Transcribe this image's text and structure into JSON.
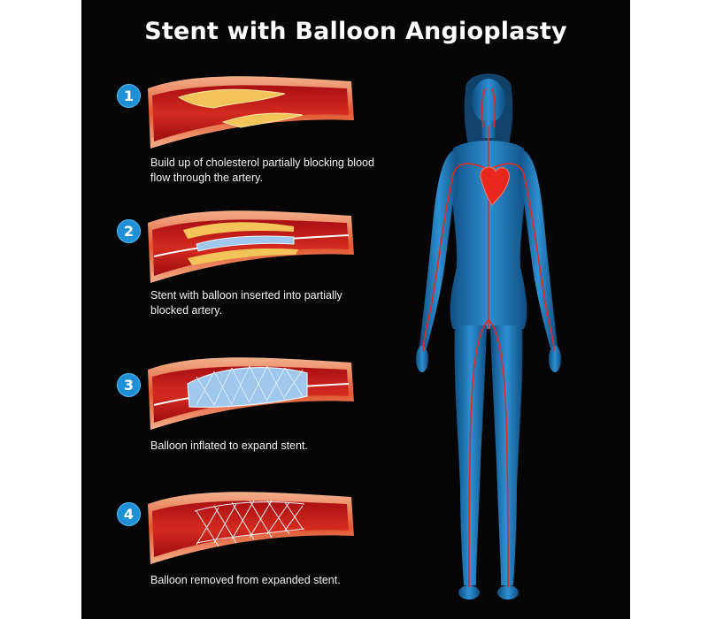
{
  "title": "Stent with Balloon Angioplasty",
  "steps": [
    {
      "number": "1",
      "caption": "Build up of cholesterol partially blocking blood flow through the artery."
    },
    {
      "number": "2",
      "caption": "Stent with balloon inserted into partially blocked artery."
    },
    {
      "number": "3",
      "caption": "Balloon inflated to expand stent."
    },
    {
      "number": "4",
      "caption": "Balloon removed from expanded stent."
    }
  ],
  "colors": {
    "background": "#050505",
    "badge": "#1f8fd6",
    "artery_wall": "#c4211d",
    "plaque": "#f3c45a",
    "stent": "#9fc8ec",
    "body": "#1e76b8"
  }
}
